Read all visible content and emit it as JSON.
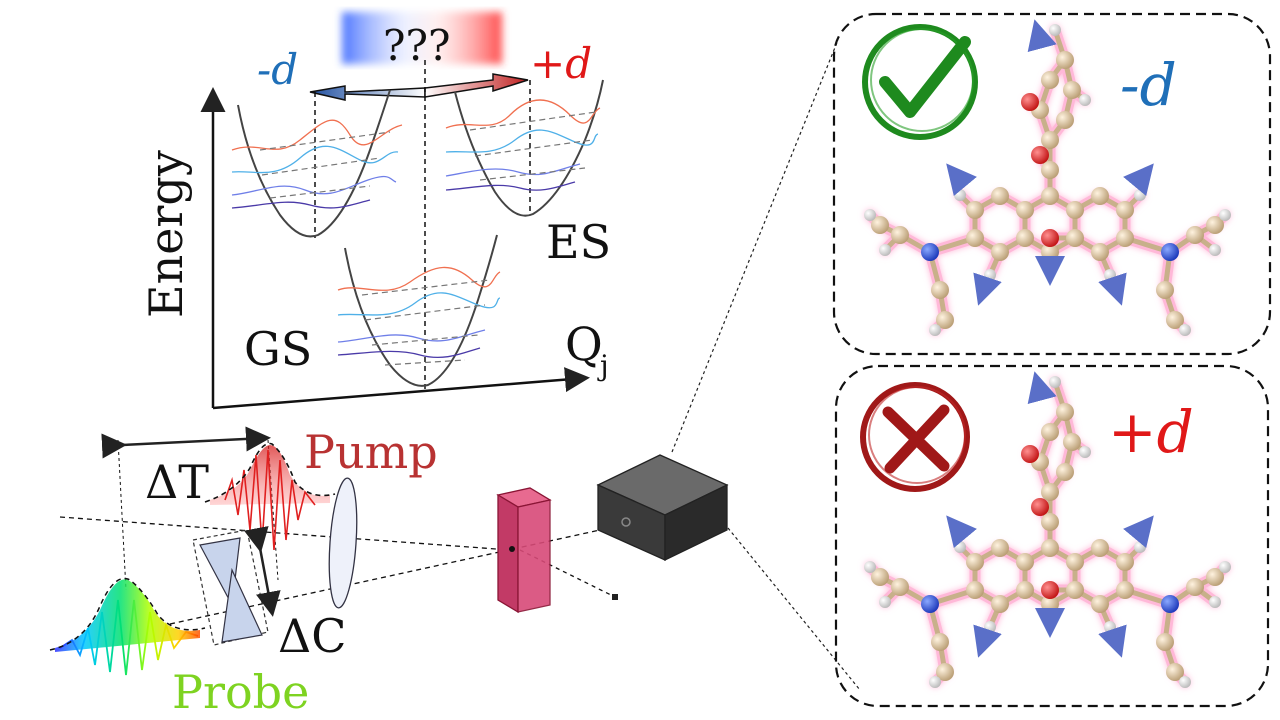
{
  "energy_diagram": {
    "axis_y_label": "Energy",
    "axis_x_label": "Q",
    "axis_x_subscript": "j",
    "gs_label": "GS",
    "es_label": "ES",
    "question": "???",
    "minus_d": "-d",
    "plus_d": "+d"
  },
  "optics": {
    "delta_t": "ΔT",
    "pump_label": "Pump",
    "delta_c": "ΔC",
    "probe_label": "Probe"
  },
  "molecule_panels": [
    {
      "label": "-d",
      "verdict": "check",
      "verdict_color": "#1e8a1e",
      "label_color": "#1f6fb8"
    },
    {
      "label": "+d",
      "verdict": "cross",
      "verdict_color": "#a01818",
      "label_color": "#e01818"
    }
  ],
  "colors": {
    "pump": "#b83232",
    "probe": "#7ed321",
    "minus": "#1f6fb8",
    "plus": "#e01818",
    "carbon": "#d8c4a0",
    "nitrogen": "#2a4fd8",
    "oxygen": "#e02020",
    "hydrogen": "#f4f4f4"
  }
}
